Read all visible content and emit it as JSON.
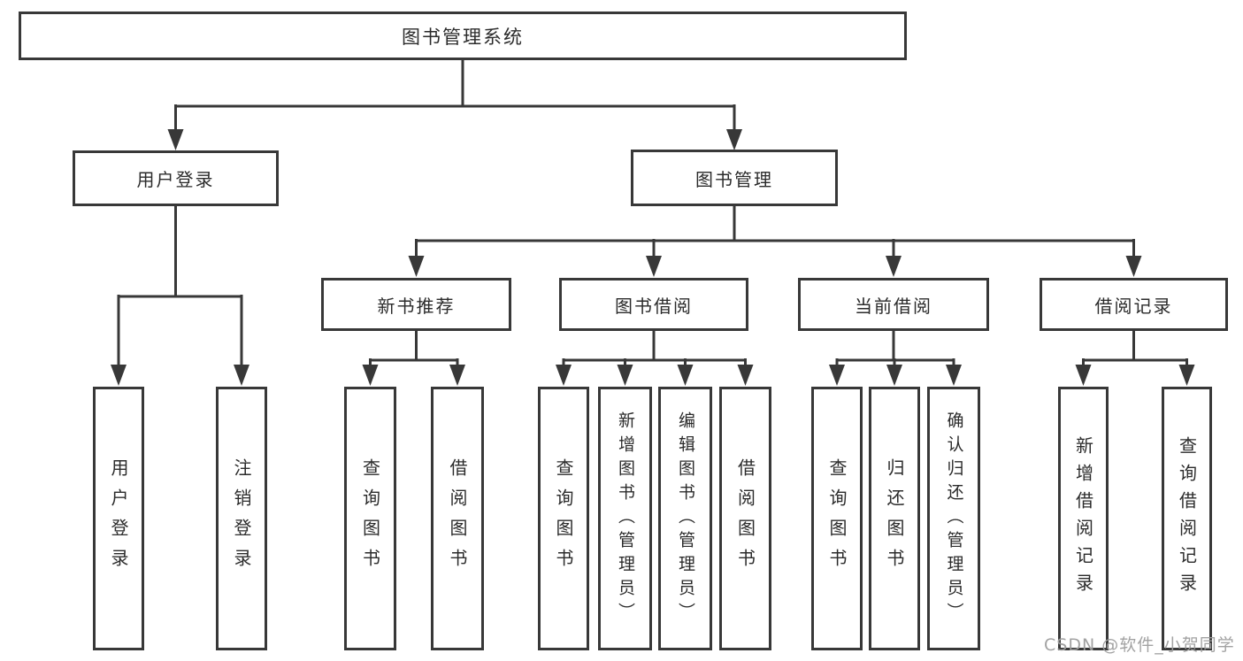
{
  "diagram": {
    "root": {
      "label": "图书管理系统"
    },
    "branches": [
      {
        "label": "用户登录",
        "leaves": [
          {
            "label": "用户登录"
          },
          {
            "label": "注销登录"
          }
        ]
      },
      {
        "label": "图书管理",
        "groups": [
          {
            "label": "新书推荐",
            "leaves": [
              {
                "label": "查询图书"
              },
              {
                "label": "借阅图书"
              }
            ]
          },
          {
            "label": "图书借阅",
            "leaves": [
              {
                "label": "查询图书"
              },
              {
                "label": "新增图书（管理员）"
              },
              {
                "label": "编辑图书（管理员）"
              },
              {
                "label": "借阅图书"
              }
            ]
          },
          {
            "label": "当前借阅",
            "leaves": [
              {
                "label": "查询图书"
              },
              {
                "label": "归还图书"
              },
              {
                "label": "确认归还（管理员）"
              }
            ]
          },
          {
            "label": "借阅记录",
            "leaves": [
              {
                "label": "新增借阅记录"
              },
              {
                "label": "查询借阅记录"
              }
            ]
          }
        ]
      }
    ]
  },
  "watermark": {
    "text": "CSDN @软件_小贺同学"
  },
  "colors": {
    "line": "#383838",
    "box_bg": "#ffffff",
    "text": "#2b2b2b",
    "watermark": "#9e9e9e"
  }
}
